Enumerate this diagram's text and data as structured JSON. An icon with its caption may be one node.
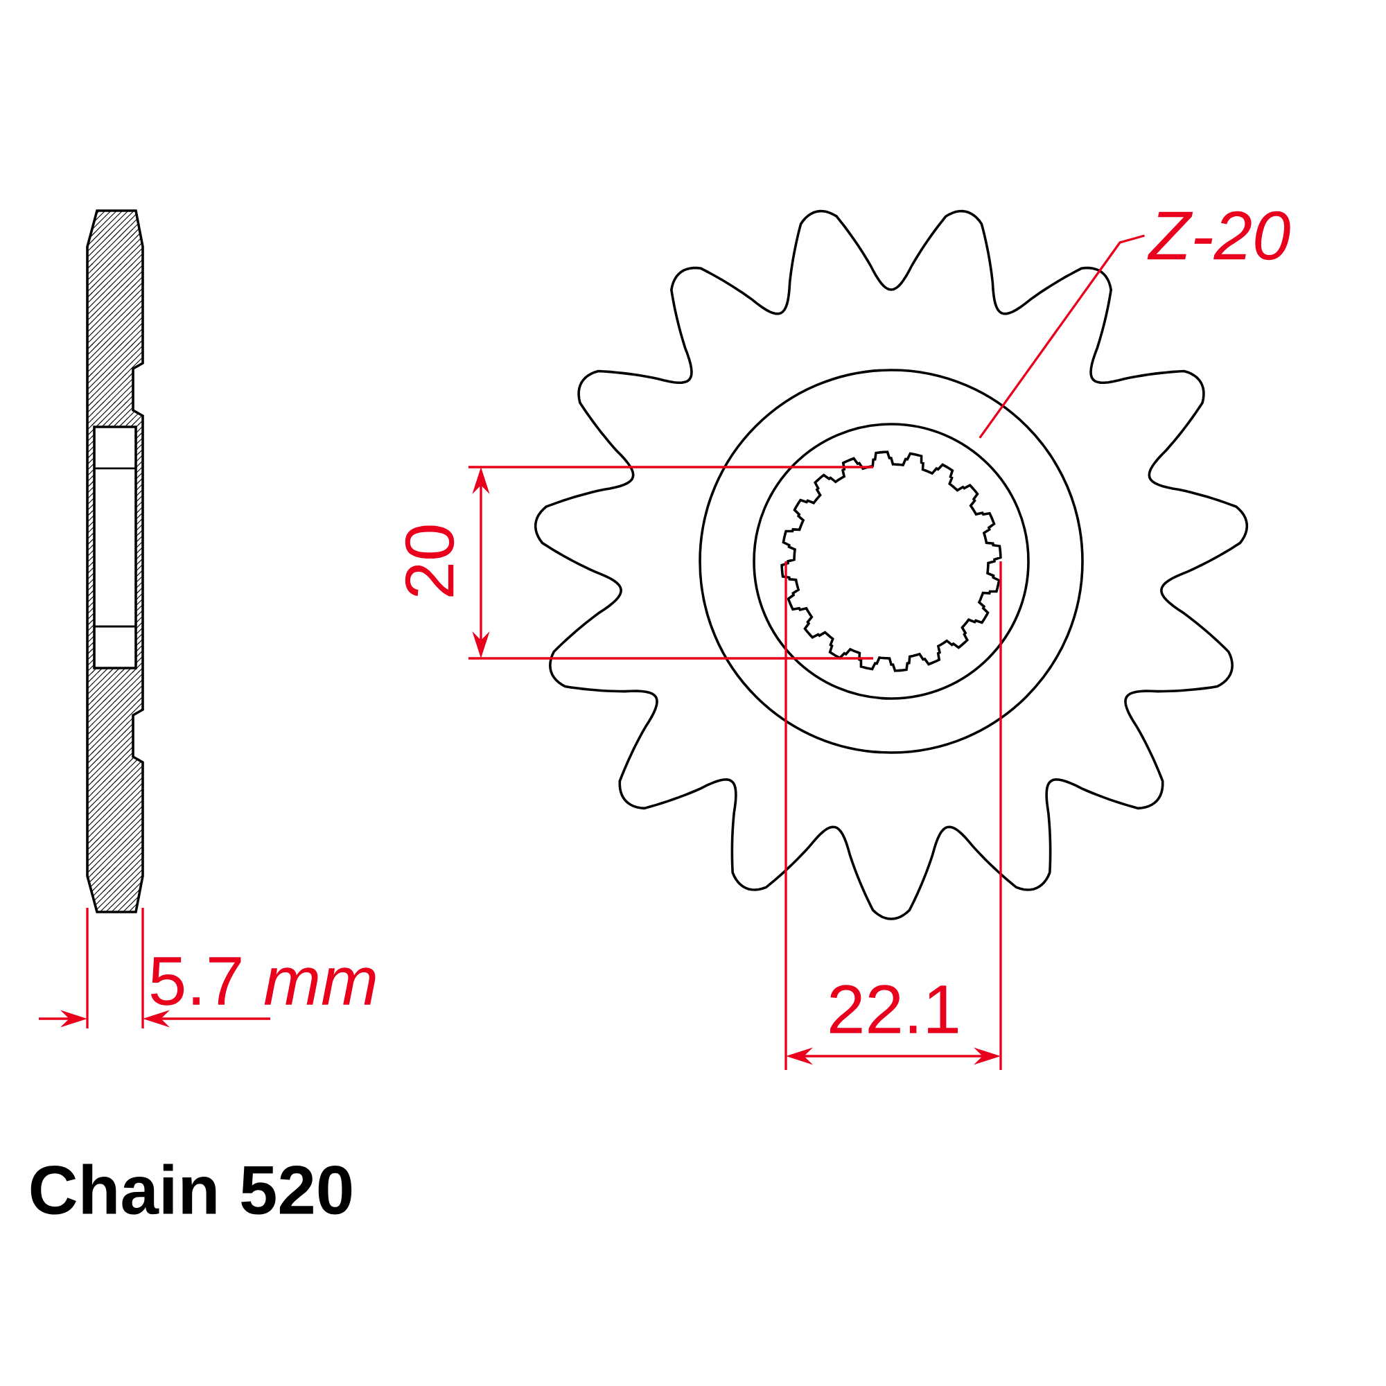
{
  "diagram": {
    "nodes": [
      {
        "text": [
          "Z-20"
        ]
      },
      {
        "text": [],
        "shape": "circle"
      }
    ],
    "edges": [
      {
        "from": 0,
        "to": 1,
        "arrow": "none",
        "color": "#e8001c"
      }
    ],
    "labels": [
      "20",
      "22.1",
      "5.7 *mm*",
      "Chain 520"
    ]
  }
}
